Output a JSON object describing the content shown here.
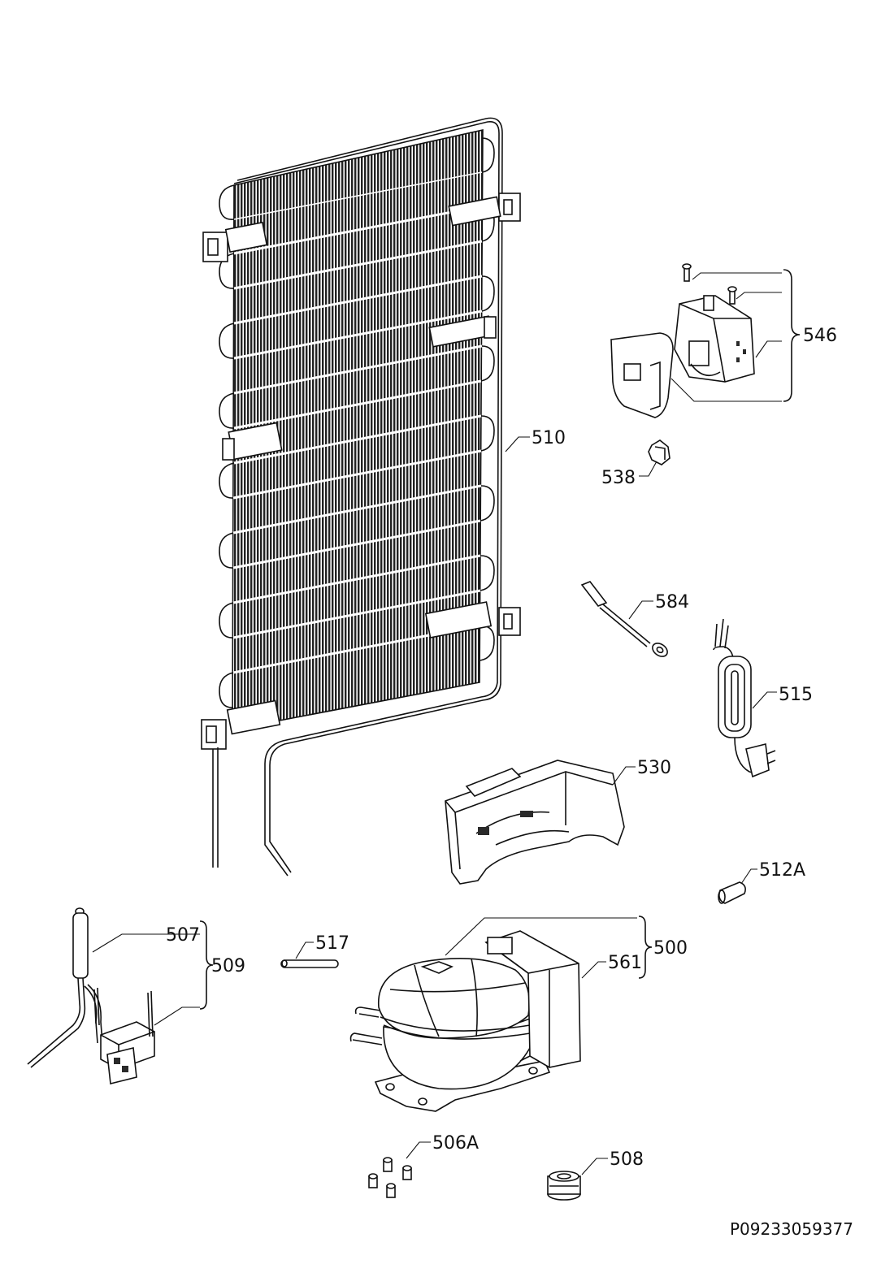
{
  "labels": {
    "l510": "510",
    "l546": "546",
    "l538": "538",
    "l584": "584",
    "l515": "515",
    "l530": "530",
    "l512a": "512A",
    "l507": "507",
    "l509": "509",
    "l517": "517",
    "l500": "500",
    "l561": "561",
    "l506a": "506A",
    "l508": "508"
  },
  "reference": "P09233059377",
  "colors": {
    "line": "#111111",
    "background": "#ffffff"
  }
}
